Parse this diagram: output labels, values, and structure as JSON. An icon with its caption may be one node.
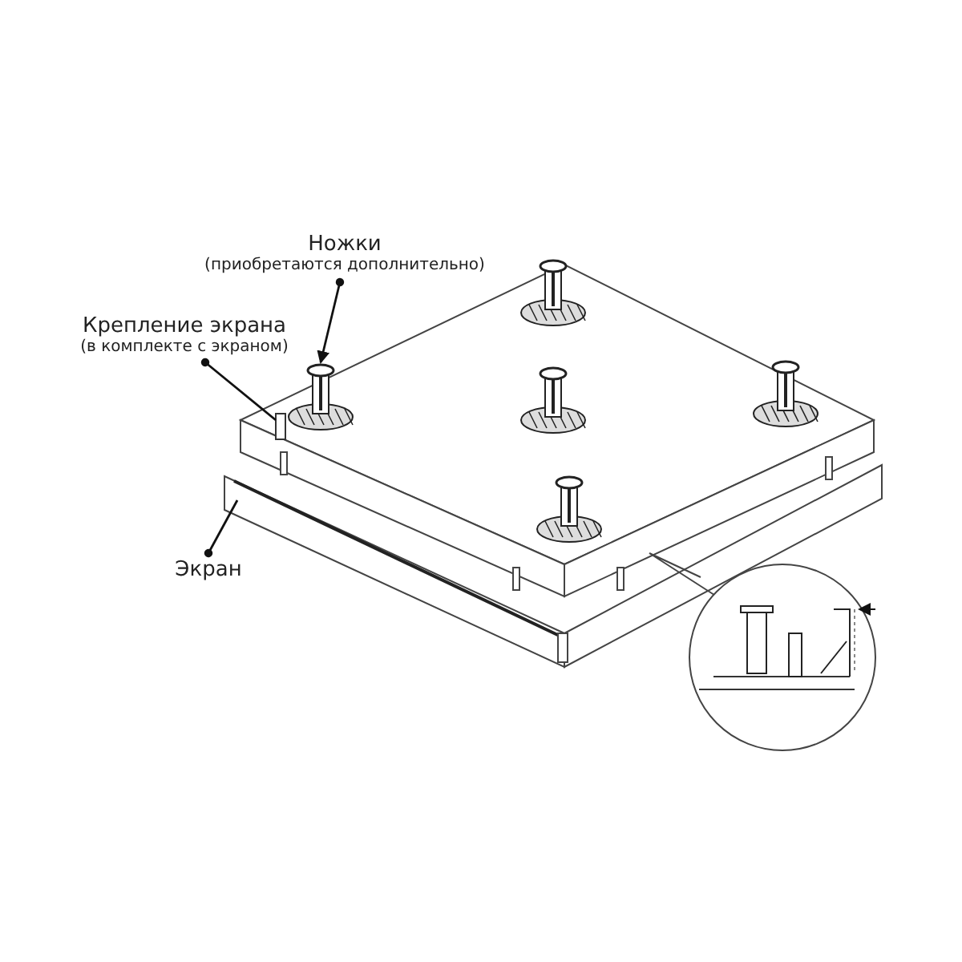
{
  "diagram": {
    "nodes": [
      {
        "text": [
          "Ножки",
          "(приобретаются дополнительно)"
        ]
      },
      {
        "text": [
          "Крепление экрана",
          "(в комплекте с экраном)"
        ]
      },
      {
        "text": [
          "Экран"
        ]
      },
      {
        "text": [],
        "shape": "picture"
      },
      {
        "text": [],
        "shape": "box"
      },
      {
        "text": [],
        "shape": "picture"
      }
    ],
    "edges": [
      {
        "from": 0,
        "to": 3,
        "arrow": "to"
      },
      {
        "from": 1,
        "to": 4,
        "arrow": "other"
      },
      {
        "from": 2,
        "to": 5,
        "arrow": "other"
      }
    ]
  }
}
